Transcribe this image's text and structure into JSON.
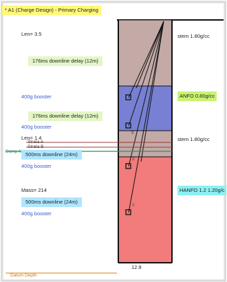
{
  "title": "* A1 (Charge Design) - Primary Charging",
  "left": {
    "len1": "Len= 3.5",
    "delay1": "176ms downline delay (12m)",
    "booster_top": "400g booster",
    "delay2": "176ms downline delay (12m)",
    "booster2": "400g booster",
    "len2": "Len= 1.4",
    "strata_a": "Strata A",
    "strata_b": "Strata B",
    "damp": "Damp Mois",
    "delay3": "500ms downline (24m)",
    "booster3": "400g booster",
    "mass": "Mass= 214",
    "delay4": "500ms downline (24m)",
    "booster4": "400g booster",
    "datum": "Datum Depth"
  },
  "right": {
    "stem1": "stem 1.80g/cc",
    "anfo": "ANFO 0.80g/cc",
    "stem2": "stem 1.80g/cc",
    "hanfo": "HANFO 1.2 1.20g/c"
  },
  "column": {
    "depth_label": "12.9",
    "small_marks": [
      "5",
      "5",
      "2",
      "2"
    ]
  },
  "colors": {
    "stem": "#c3aaa7",
    "anfo": "#7880d3",
    "hanfo": "#f27b7b",
    "title_bg": "#fff87a"
  }
}
